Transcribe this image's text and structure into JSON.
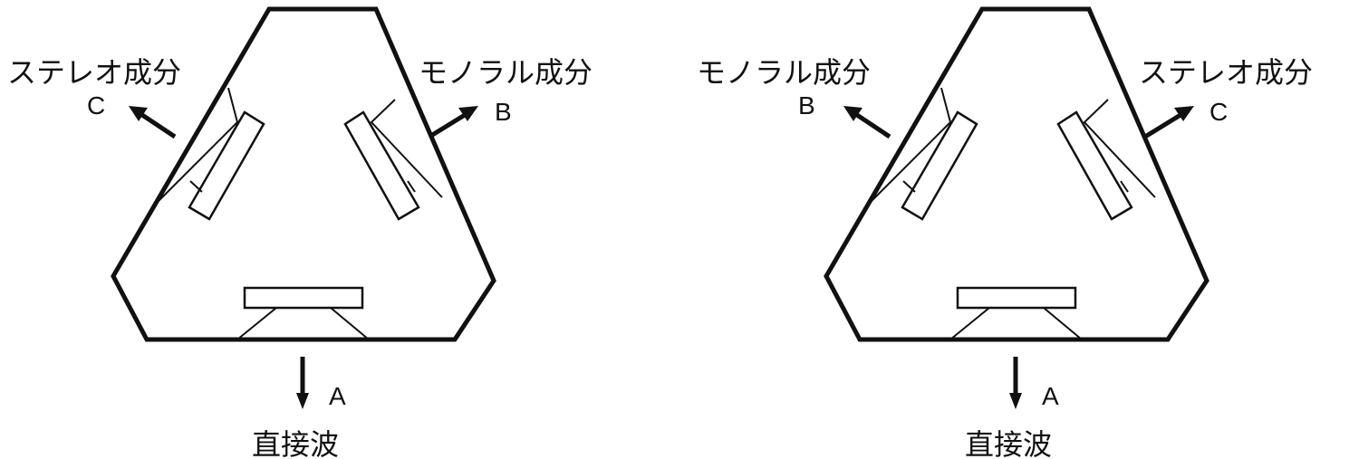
{
  "diagrams": [
    {
      "upper_left": {
        "component": "ステレオ成分",
        "letter": "C"
      },
      "upper_right": {
        "component": "モノラル成分",
        "letter": "B"
      },
      "bottom": {
        "component": "直接波",
        "letter": "A"
      }
    },
    {
      "upper_left": {
        "component": "モノラル成分",
        "letter": "B"
      },
      "upper_right": {
        "component": "ステレオ成分",
        "letter": "C"
      },
      "bottom": {
        "component": "直接波",
        "letter": "A"
      }
    }
  ]
}
